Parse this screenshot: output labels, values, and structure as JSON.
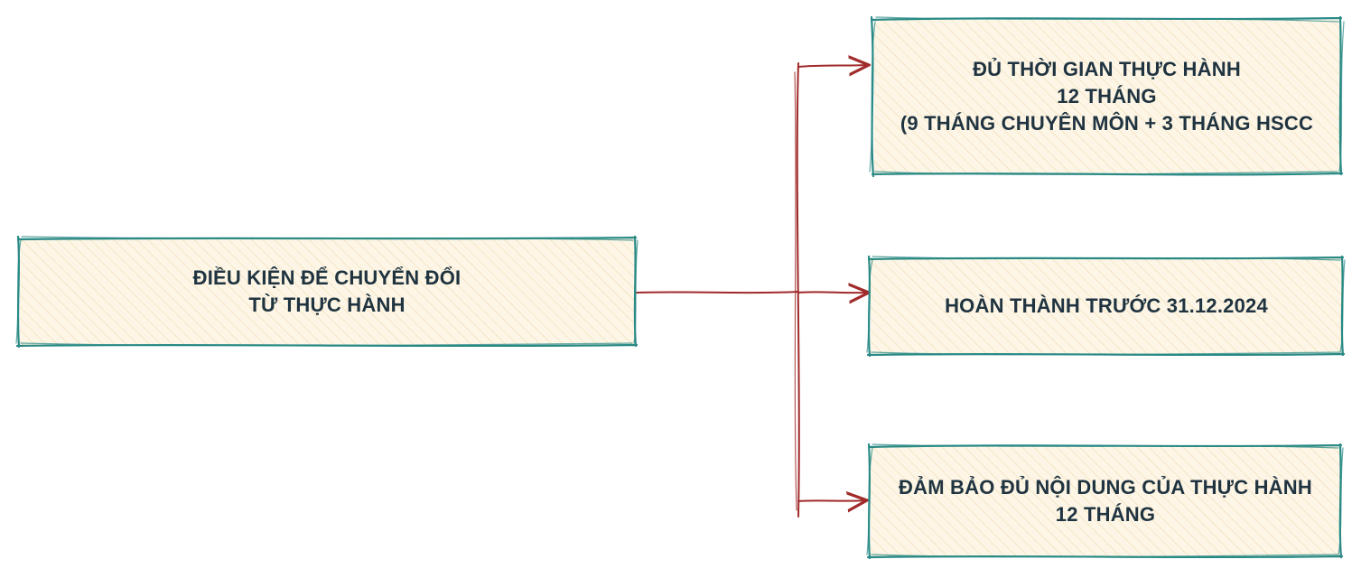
{
  "diagram": {
    "colors": {
      "box_border": "#2a8a85",
      "box_fill": "#fdf6e6",
      "hatch": "#f0d9b0",
      "arrow": "#a12a2a",
      "text": "#1f3340"
    },
    "root": {
      "lines": [
        "ĐIỀU KIỆN ĐỂ CHUYỂN ĐỔI",
        "TỪ THỰC HÀNH"
      ]
    },
    "children": [
      {
        "lines": [
          "ĐỦ THỜI GIAN THỰC HÀNH",
          "12 THÁNG",
          "(9 THÁNG CHUYÊN MÔN + 3 THÁNG HSCC"
        ]
      },
      {
        "lines": [
          "HOÀN THÀNH TRƯỚC 31.12.2024"
        ]
      },
      {
        "lines": [
          "ĐẢM BẢO ĐỦ NỘI DUNG CỦA THỰC HÀNH",
          "12 THÁNG"
        ]
      }
    ]
  }
}
